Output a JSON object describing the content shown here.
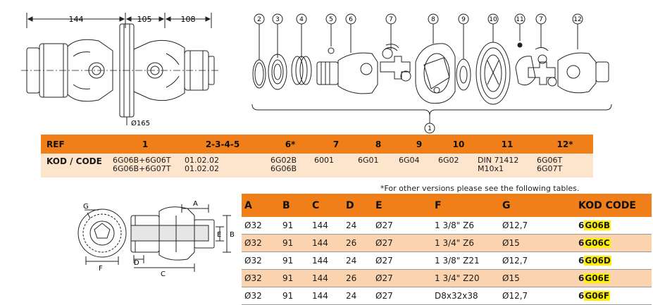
{
  "top_drawing": {
    "dimensions": [
      "144",
      "105",
      "108"
    ],
    "diameter": "Ø165"
  },
  "exploded_view": {
    "callouts": [
      "2",
      "3",
      "4",
      "5",
      "6",
      "7",
      "8",
      "9",
      "10",
      "11",
      "7",
      "12"
    ],
    "assembly_callout": "1"
  },
  "ref_table": {
    "header_label": "REF",
    "code_label": "KOD / CODE",
    "columns": [
      "1",
      "2-3-4-5",
      "6*",
      "7",
      "8",
      "9",
      "10",
      "11",
      "12*"
    ],
    "codes": [
      [
        "6G06B+6G06T",
        "6G06B+6G07T"
      ],
      [
        "01.02.02",
        "01.02.02"
      ],
      [
        "6G02B",
        "6G06B"
      ],
      [
        "6001"
      ],
      [
        "6G01"
      ],
      [
        "6G04"
      ],
      [
        "6G02"
      ],
      [
        "DIN 71412",
        "M10x1"
      ],
      [
        "6G06T",
        "6G07T"
      ]
    ]
  },
  "note": "*For other versions please see the following tables.",
  "section_drawing": {
    "labels": [
      "G",
      "A",
      "E",
      "B",
      "F",
      "D",
      "C"
    ]
  },
  "spec_table": {
    "headers": [
      "A",
      "B",
      "C",
      "D",
      "E",
      "F",
      "G",
      "KOD CODE"
    ],
    "rows": [
      {
        "cells": [
          "Ø32",
          "91",
          "144",
          "24",
          "Ø27",
          "1 3/8\" Z6",
          "Ø12,7"
        ],
        "kod_prefix": "6",
        "kod_hl": "G06B"
      },
      {
        "cells": [
          "Ø32",
          "91",
          "144",
          "26",
          "Ø27",
          "1 3/4\" Z6",
          "Ø15"
        ],
        "kod_prefix": "6",
        "kod_hl": "G06C"
      },
      {
        "cells": [
          "Ø32",
          "91",
          "144",
          "24",
          "Ø27",
          "1 3/8\" Z21",
          "Ø12,7"
        ],
        "kod_prefix": "6",
        "kod_hl": "G06D"
      },
      {
        "cells": [
          "Ø32",
          "91",
          "144",
          "26",
          "Ø27",
          "1 3/4\" Z20",
          "Ø15"
        ],
        "kod_prefix": "6",
        "kod_hl": "G06E"
      },
      {
        "cells": [
          "Ø32",
          "91",
          "144",
          "24",
          "Ø27",
          "D8x32x38",
          "Ø12,7"
        ],
        "kod_prefix": "6",
        "kod_hl": "G06F"
      }
    ]
  },
  "colors": {
    "accent": "#f07f1a",
    "row_alt": "#fbd3ae",
    "ref_code_bg": "#fde4cc",
    "highlight": "#ffef00"
  }
}
